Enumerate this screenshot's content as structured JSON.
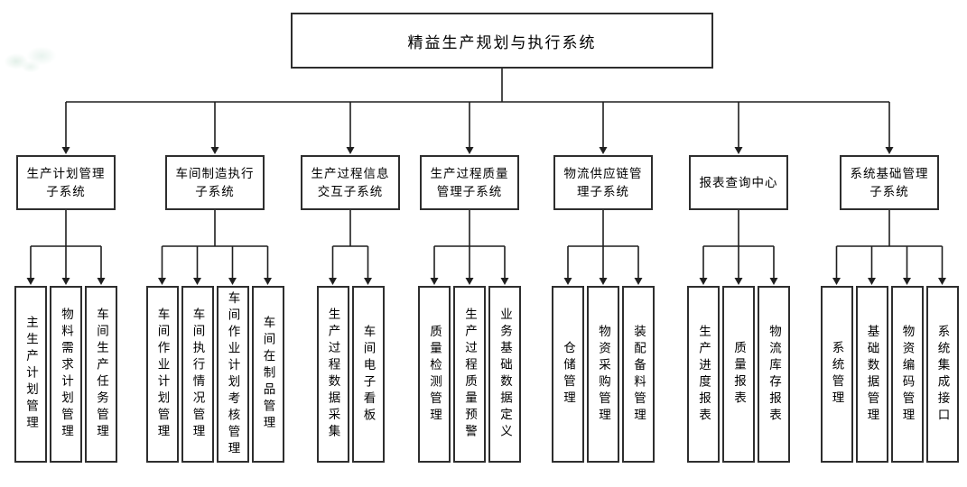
{
  "title": "精益生产规划与执行系统",
  "tree": {
    "root": "精益生产规划与执行系统",
    "groups": [
      {
        "lines": [
          "生产计划管理",
          "子系统"
        ],
        "children": [
          "主生产计划管理",
          "物料需求计划管理",
          "车间生产任务管理"
        ]
      },
      {
        "lines": [
          "车间制造执行",
          "子系统"
        ],
        "children": [
          "车间作业计划管理",
          "车间执行情况管理",
          "车间作业计划考核管理",
          "车间在制品管理"
        ]
      },
      {
        "lines": [
          "生产过程信息",
          "交互子系统"
        ],
        "children": [
          "生产过程数据采集",
          "车间电子看板"
        ]
      },
      {
        "lines": [
          "生产过程质量",
          "管理子系统"
        ],
        "children": [
          "质量检测管理",
          "生产过程质量预警",
          "业务基础数据定义"
        ]
      },
      {
        "lines": [
          "物流供应链管",
          "理子系统"
        ],
        "children": [
          "仓储管理",
          "物资采购管理",
          "装配备料管理"
        ]
      },
      {
        "lines": [
          "报表查询中心"
        ],
        "children": [
          "生产进度报表",
          "质量报表",
          "物流库存报表"
        ]
      },
      {
        "lines": [
          "系统基础管理",
          "子系统"
        ],
        "children": [
          "系统管理",
          "基础数据管理",
          "物资编码管理",
          "系统集成接口"
        ]
      }
    ]
  },
  "colors": {
    "line": "#1f1f1f",
    "box_border": "#2e2e2e",
    "text": "#000000",
    "background": "#ffffff",
    "watermark_smudge": "#e8f3ee"
  }
}
